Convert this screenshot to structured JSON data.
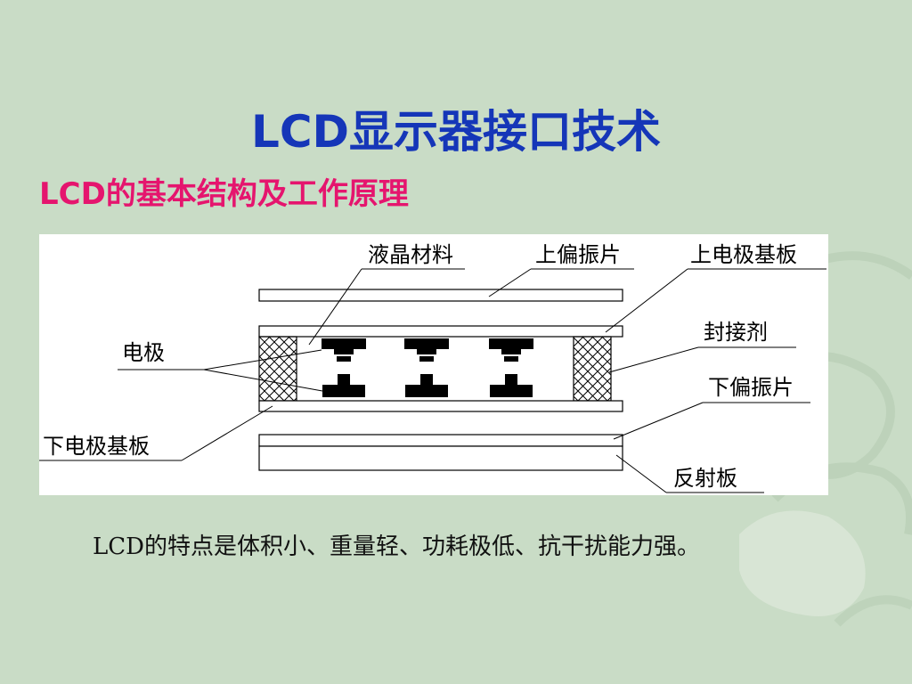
{
  "slide": {
    "title": "LCD显示器接口技术",
    "subtitle": "LCD的基本结构及工作原理",
    "body": "LCD的特点是体积小、重量轻、功耗极低、抗干扰能力强。"
  },
  "diagram": {
    "labels": {
      "liquid_crystal": "液晶材料",
      "upper_polarizer": "上偏振片",
      "upper_substrate": "上电极基板",
      "electrode": "电极",
      "sealant": "封接剂",
      "lower_polarizer": "下偏振片",
      "lower_substrate": "下电极基板",
      "reflector": "反射板"
    }
  },
  "colors": {
    "background": "#c9dcc6",
    "title": "#1536b8",
    "subtitle": "#e5156e"
  }
}
